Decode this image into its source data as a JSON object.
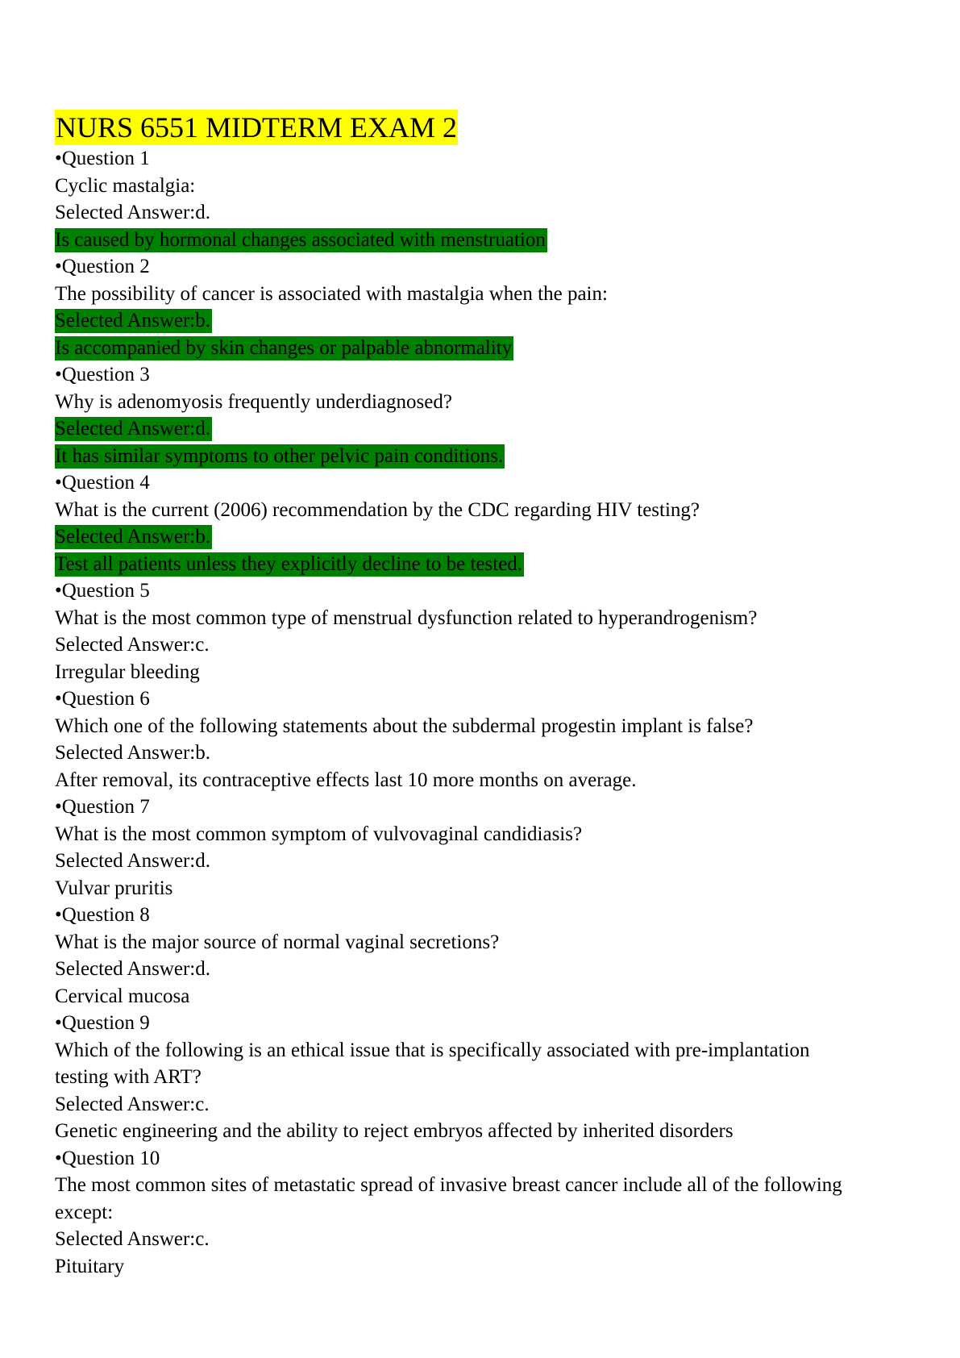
{
  "title": "NURS 6551 MIDTERM EXAM 2",
  "highlight_colors": {
    "title": "#ffff00",
    "answer": "#008000"
  },
  "questions": [
    {
      "number": "•Question 1",
      "prompt": "Cyclic mastalgia:",
      "selected": "Selected Answer:d.",
      "answer": "Is caused by hormonal changes associated with menstruation"
    },
    {
      "number": "•Question 2",
      "prompt": "The possibility of cancer is associated with mastalgia when the pain:",
      "selected": "Selected Answer:b.",
      "answer": "Is accompanied by skin changes or palpable abnormality"
    },
    {
      "number": "•Question 3",
      "prompt": "Why is adenomyosis frequently underdiagnosed?",
      "selected": "Selected Answer:d.",
      "answer": "It has similar symptoms to other pelvic pain conditions."
    },
    {
      "number": "•Question 4",
      "prompt": "What is the current (2006) recommendation by the CDC regarding HIV testing?",
      "selected": "Selected Answer:b.",
      "answer": "Test all patients unless they explicitly decline to be tested."
    },
    {
      "number": "•Question 5",
      "prompt": "What is the most common type of menstrual dysfunction related to hyperandrogenism?",
      "selected": "Selected Answer:c.",
      "answer": "Irregular bleeding"
    },
    {
      "number": "•Question 6",
      "prompt": "Which one of the following statements about the subdermal progestin implant is false?",
      "selected": "Selected Answer:b.",
      "answer": "After removal, its contraceptive effects last 10 more months on average."
    },
    {
      "number": "•Question 7",
      "prompt": "What is the most common symptom of vulvovaginal candidiasis?",
      "selected": "Selected Answer:d.",
      "answer": "Vulvar pruritis"
    },
    {
      "number": "•Question 8",
      "prompt": "What is the major source of normal vaginal secretions?",
      "selected": "Selected Answer:d.",
      "answer": "Cervical mucosa"
    },
    {
      "number": "•Question 9",
      "prompt": "Which of the following is an ethical issue that is specifically associated with pre-implantation testing with ART?",
      "selected": "Selected Answer:c.",
      "answer": "Genetic engineering and the ability to reject embryos affected by inherited disorders"
    },
    {
      "number": "•Question 10",
      "prompt": "The most common sites of metastatic spread of invasive breast cancer include all of the following except:",
      "selected": "Selected Answer:c.",
      "answer": "Pituitary"
    }
  ]
}
